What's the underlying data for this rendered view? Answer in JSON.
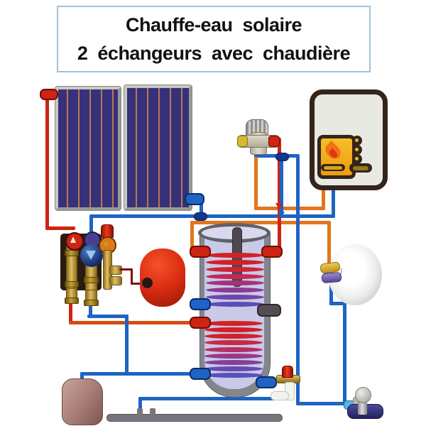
{
  "title": {
    "line1": "Chauffe-eau solaire",
    "line2": "2 échangeurs avec chaudière"
  },
  "colors": {
    "pipe-hot": "#cf2413",
    "pipe-cold": "#1d64c4",
    "pipe-warm": "#e2761c",
    "pipe-solar-supply": "#d44d12",
    "pipe-drain": "#78747c",
    "panel-face": "#37307a",
    "panel-line": "#b57a50",
    "panel-frame": "#c9c9c3",
    "boiler-outline": "#35241a",
    "boiler-body": "#e9e9e4",
    "flame": "#f07313",
    "tank-shell": "#85858d",
    "tank-inner": "#c9c9e8",
    "vessel-solar": "#d92c12",
    "vessel-heating": "#a67b76",
    "title-border": "#a2c2d2"
  },
  "coils": {
    "upper": [
      "#d42222",
      "#d32026",
      "#cf2433",
      "#c02a55",
      "#a53377",
      "#8a3b93",
      "#7244a8",
      "#5c4cb4"
    ],
    "lower": [
      "#d42222",
      "#d22024",
      "#d0222c",
      "#c62a44",
      "#b43064",
      "#9b3884",
      "#82409c",
      "#6a48ae",
      "#5650ba"
    ]
  },
  "components": [
    "solar-collector-panels",
    "gas-boiler-with-flame",
    "thermostatic-mixing-valve",
    "solar-pump-station",
    "solar-expansion-vessel",
    "dual-coil-storage-tank",
    "round-radiator",
    "safety-group-with-siphon",
    "heating-expansion-vessel",
    "cold-water-tap",
    "drain-pipe"
  ]
}
